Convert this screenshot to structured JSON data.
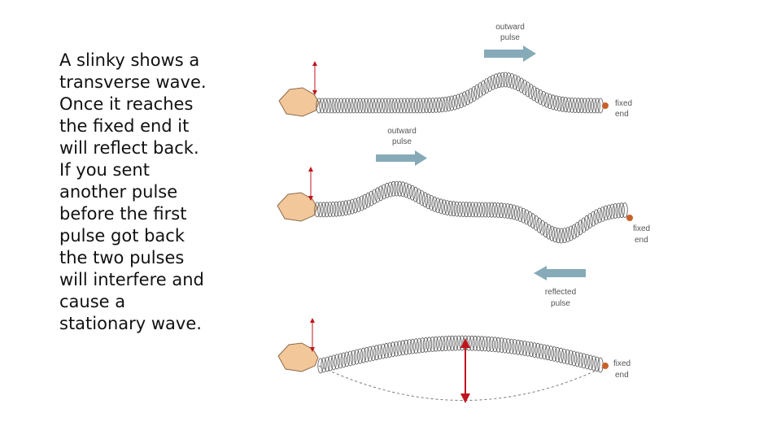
{
  "slide": {
    "body_text": "A slinky shows a transverse wave. Once it reaches the fixed end it will reflect back. If you sent another pulse before the first pulse got back the two pulses will interfere and cause a stationary wave."
  },
  "colors": {
    "coil": "#555555",
    "hand": "#f2c79a",
    "hand_outline": "#8c6a4a",
    "fixed_end": "#c8602a",
    "pulse_arrow": "#86aab8",
    "red_arrow": "#c0141c"
  },
  "panels": [
    {
      "pulse_label_line1": "outward",
      "pulse_label_line2": "pulse",
      "fixed_label_line1": "fixed",
      "fixed_label_line2": "end"
    },
    {
      "pulse_label_line1": "outward",
      "pulse_label_line2": "pulse",
      "fixed_label_line1": "fixed",
      "fixed_label_line2": "end"
    },
    {
      "pulse_label_line1": "reflected",
      "pulse_label_line2": "pulse",
      "fixed_label_line1": "fixed",
      "fixed_label_line2": "end"
    }
  ]
}
